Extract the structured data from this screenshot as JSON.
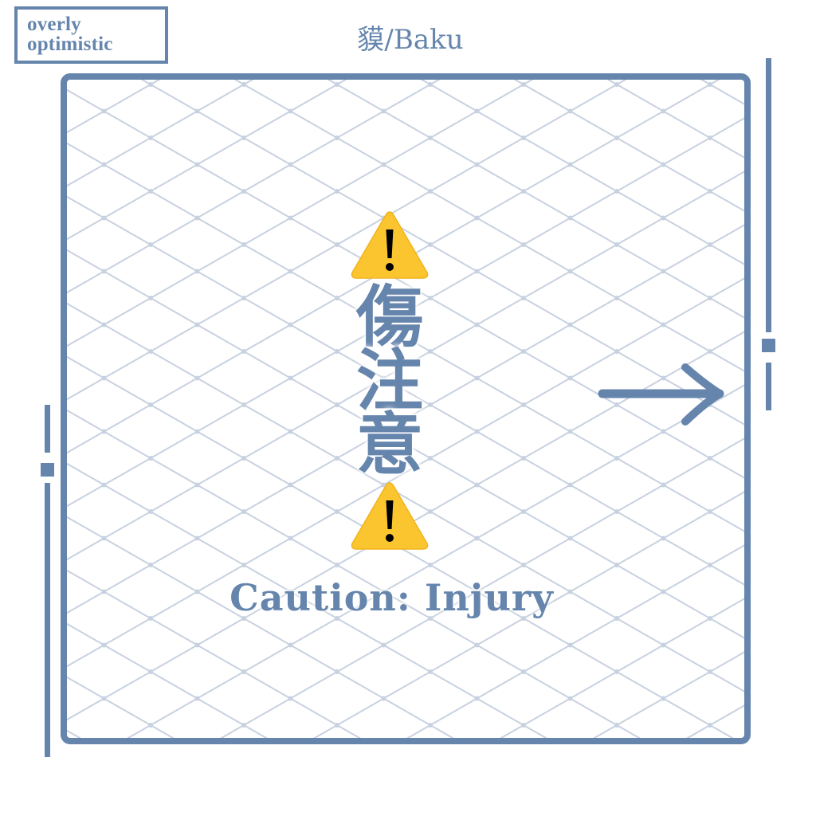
{
  "brand": {
    "line1": "overly",
    "line2": "optimistic"
  },
  "title": "貘/Baku",
  "sign": {
    "kanji": [
      "傷",
      "注",
      "意"
    ],
    "top_icon": "warning-triangle-icon",
    "bottom_icon": "warning-triangle-icon",
    "caption": "Caution: Injury"
  },
  "decorations": {
    "arrow": "right-arrow-icon",
    "pattern": "diamond-lattice"
  },
  "colors": {
    "accent": "#6585ad",
    "lattice": "#c7d1df",
    "warning_fill": "#fbc52f",
    "warning_glyph": "#000000",
    "background": "#ffffff"
  }
}
